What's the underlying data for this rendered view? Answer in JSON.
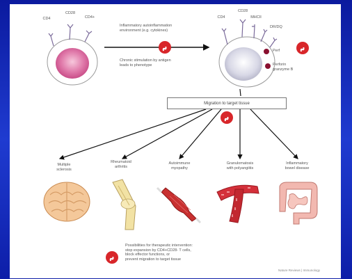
{
  "left_cell": {
    "markers": [
      "CD4",
      "CD28",
      "CD4+"
    ]
  },
  "right_cell": {
    "markers": [
      "CD4",
      "CD28",
      "MHCII",
      "DR/DQ"
    ],
    "granules": [
      "Perf",
      "Perforin\ngranzyme B"
    ]
  },
  "activation_text": {
    "top": "Inflammatory autoinflammation\nenvironment (e.g. cytokines)",
    "bottom": "Chronic stimulation by antigen\nleads to phenotype"
  },
  "migration_label": "Migration to target tissue",
  "diseases": [
    {
      "label": "Multiple\nsclerosis",
      "icon": "brain-icon"
    },
    {
      "label": "Rheumatoid\narthritis",
      "icon": "knee-joint-icon"
    },
    {
      "label": "Autoimmune\nmyopathy",
      "icon": "muscle-icon"
    },
    {
      "label": "Granulomatosis\nwith polyangiitis",
      "icon": "blood-vessel-icon"
    },
    {
      "label": "Inflammatory\nbowel disease",
      "icon": "intestine-icon"
    }
  ],
  "footnote": "Possibilities for therapeutic intervention:\nstop expansion by CD4+CD28- T cells,\nblock effector functions, or\nprevent migration to target tissue",
  "credit": "Nature Reviews | Immunology",
  "colors": {
    "frame_blue": "#1a2fb8",
    "inhibit_red": "#d8262a",
    "cell_pink": "#d9669c",
    "cell_grey": "#dcdcea",
    "granule_red": "#8a1030"
  }
}
